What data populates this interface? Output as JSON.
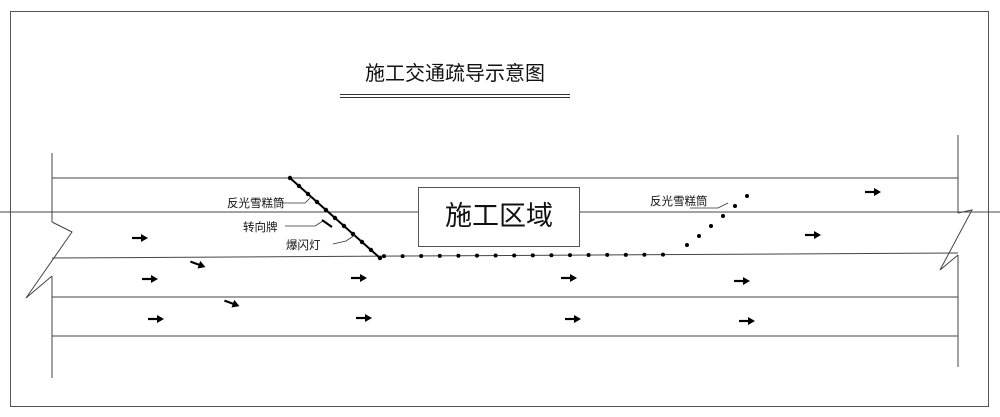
{
  "diagram": {
    "title": "施工交通疏导示意图",
    "zone_label": "施工区域",
    "labels": {
      "cone_left": "反光雪糕筒",
      "turn_sign": "转向牌",
      "flash_light": "爆闪灯",
      "cone_right": "反光雪糕筒"
    },
    "colors": {
      "line": "#444444",
      "marker": "#000000"
    },
    "traffic_direction": "right",
    "arrow_icon": "arrow-right-icon"
  }
}
